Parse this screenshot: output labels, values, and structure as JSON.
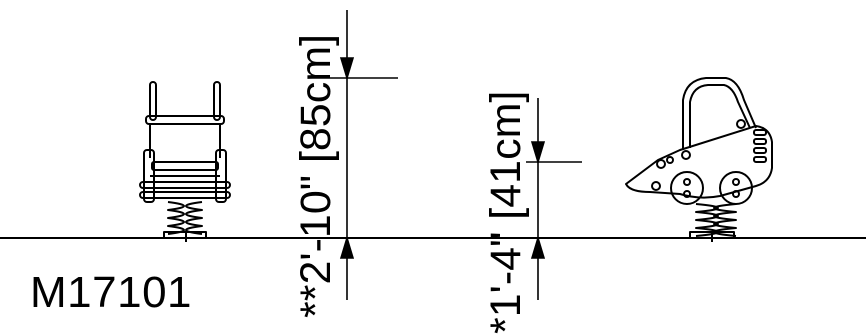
{
  "model_number": "M17101",
  "dimensions": {
    "total_height": "**2'-10\" [85cm]",
    "seat_height": "*1'-4\" [41cm]"
  },
  "figures": {
    "front_view": "spring-rider-front-view",
    "side_view": "skid-steer-spring-rider-side-view"
  }
}
